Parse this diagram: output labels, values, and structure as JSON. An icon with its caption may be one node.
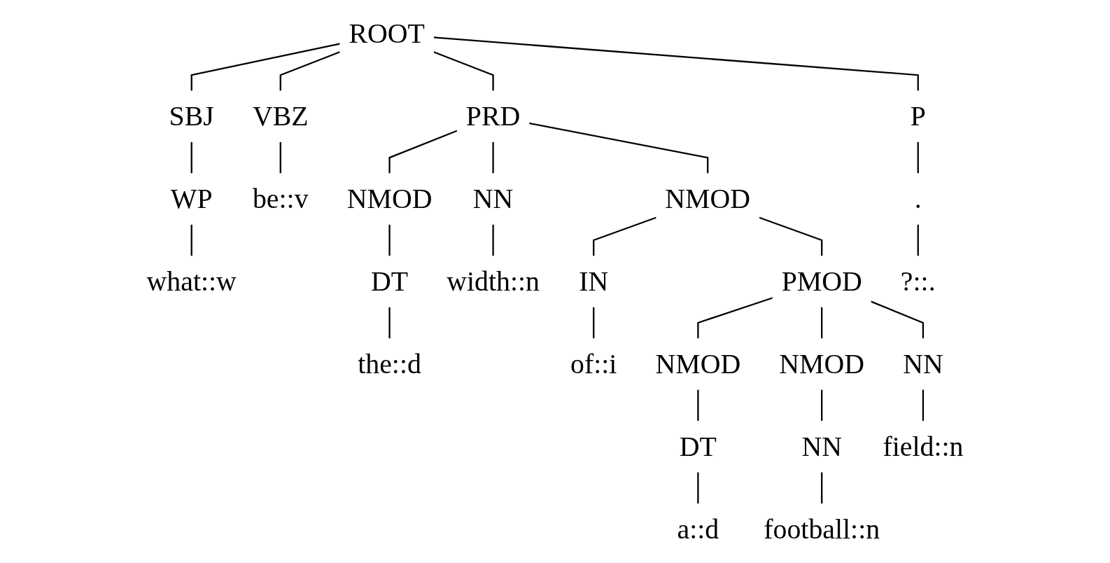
{
  "diagram": {
    "nodes": [
      {
        "text": [
          "ROOT"
        ]
      },
      {
        "text": [
          "SBJ"
        ]
      },
      {
        "text": [
          "VBZ"
        ]
      },
      {
        "text": [
          "PRD"
        ]
      },
      {
        "text": [
          "P"
        ]
      },
      {
        "text": [
          "WP"
        ]
      },
      {
        "text": [
          "be::v"
        ]
      },
      {
        "text": [
          "NMOD"
        ]
      },
      {
        "text": [
          "NN"
        ]
      },
      {
        "text": [
          "NMOD"
        ]
      },
      {
        "text": [
          "."
        ]
      },
      {
        "text": [
          "what::w"
        ]
      },
      {
        "text": [
          "DT"
        ]
      },
      {
        "text": [
          "width::n"
        ]
      },
      {
        "text": [
          "IN"
        ]
      },
      {
        "text": [
          "PMOD"
        ]
      },
      {
        "text": [
          "?::."
        ]
      },
      {
        "text": [
          "the::d"
        ]
      },
      {
        "text": [
          "of::i"
        ]
      },
      {
        "text": [
          "NMOD"
        ]
      },
      {
        "text": [
          "NMOD"
        ]
      },
      {
        "text": [
          "NN"
        ]
      },
      {
        "text": [
          "DT"
        ]
      },
      {
        "text": [
          "NN"
        ]
      },
      {
        "text": [
          "field::n"
        ]
      },
      {
        "text": [
          "a::d"
        ]
      },
      {
        "text": [
          "football::n"
        ]
      }
    ],
    "edges": [
      {
        "from": 0,
        "to": 1,
        "arrow": "none"
      },
      {
        "from": 0,
        "to": 2,
        "arrow": "none"
      },
      {
        "from": 0,
        "to": 3,
        "arrow": "none"
      },
      {
        "from": 0,
        "to": 4,
        "arrow": "none"
      },
      {
        "from": 1,
        "to": 5,
        "arrow": "none"
      },
      {
        "from": 2,
        "to": 6,
        "arrow": "none"
      },
      {
        "from": 3,
        "to": 7,
        "arrow": "none"
      },
      {
        "from": 3,
        "to": 8,
        "arrow": "none"
      },
      {
        "from": 3,
        "to": 9,
        "arrow": "none"
      },
      {
        "from": 4,
        "to": 10,
        "arrow": "none"
      },
      {
        "from": 5,
        "to": 11,
        "arrow": "none"
      },
      {
        "from": 7,
        "to": 12,
        "arrow": "none"
      },
      {
        "from": 8,
        "to": 13,
        "arrow": "none"
      },
      {
        "from": 9,
        "to": 14,
        "arrow": "none"
      },
      {
        "from": 9,
        "to": 15,
        "arrow": "none"
      },
      {
        "from": 10,
        "to": 16,
        "arrow": "none"
      },
      {
        "from": 12,
        "to": 17,
        "arrow": "none"
      },
      {
        "from": 14,
        "to": 18,
        "arrow": "none"
      },
      {
        "from": 15,
        "to": 19,
        "arrow": "none"
      },
      {
        "from": 15,
        "to": 20,
        "arrow": "none"
      },
      {
        "from": 15,
        "to": 21,
        "arrow": "none"
      },
      {
        "from": 19,
        "to": 22,
        "arrow": "none"
      },
      {
        "from": 20,
        "to": 23,
        "arrow": "none"
      },
      {
        "from": 21,
        "to": 24,
        "arrow": "none"
      },
      {
        "from": 22,
        "to": 25,
        "arrow": "none"
      },
      {
        "from": 23,
        "to": 26,
        "arrow": "none"
      }
    ]
  }
}
